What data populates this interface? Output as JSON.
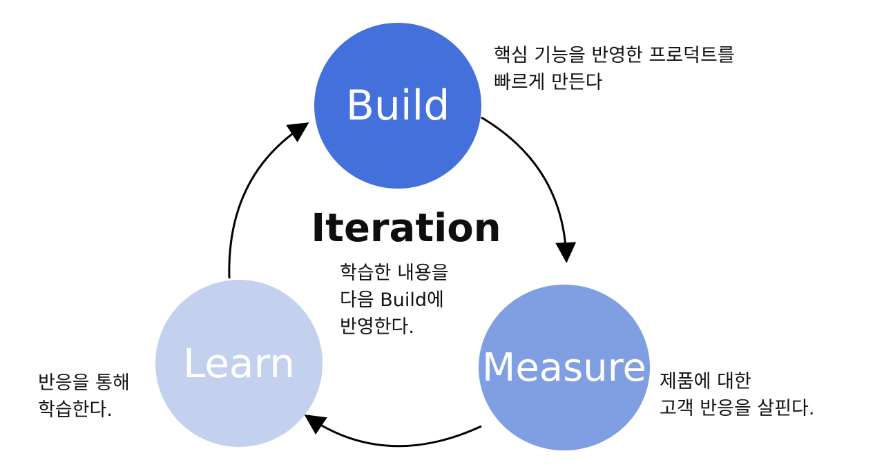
{
  "center": {
    "title": "Iteration",
    "lines": [
      "학습한 내용을",
      "다음 Build에",
      "반영한다."
    ]
  },
  "stages": {
    "build": {
      "label": "Build",
      "color": "#4470dc",
      "desc_lines": [
        "핵심 기능을 반영한 프로덕트를",
        "빠르게 만든다"
      ]
    },
    "measure": {
      "label": "Measure",
      "color": "#7f9fe2",
      "desc_lines": [
        "제품에 대한",
        "고객 반응을 살핀다."
      ]
    },
    "learn": {
      "label": "Learn",
      "color": "#c3d0ee",
      "desc_lines": [
        "반응을 통해",
        "학습한다."
      ]
    }
  },
  "arrow_color": "#000000"
}
